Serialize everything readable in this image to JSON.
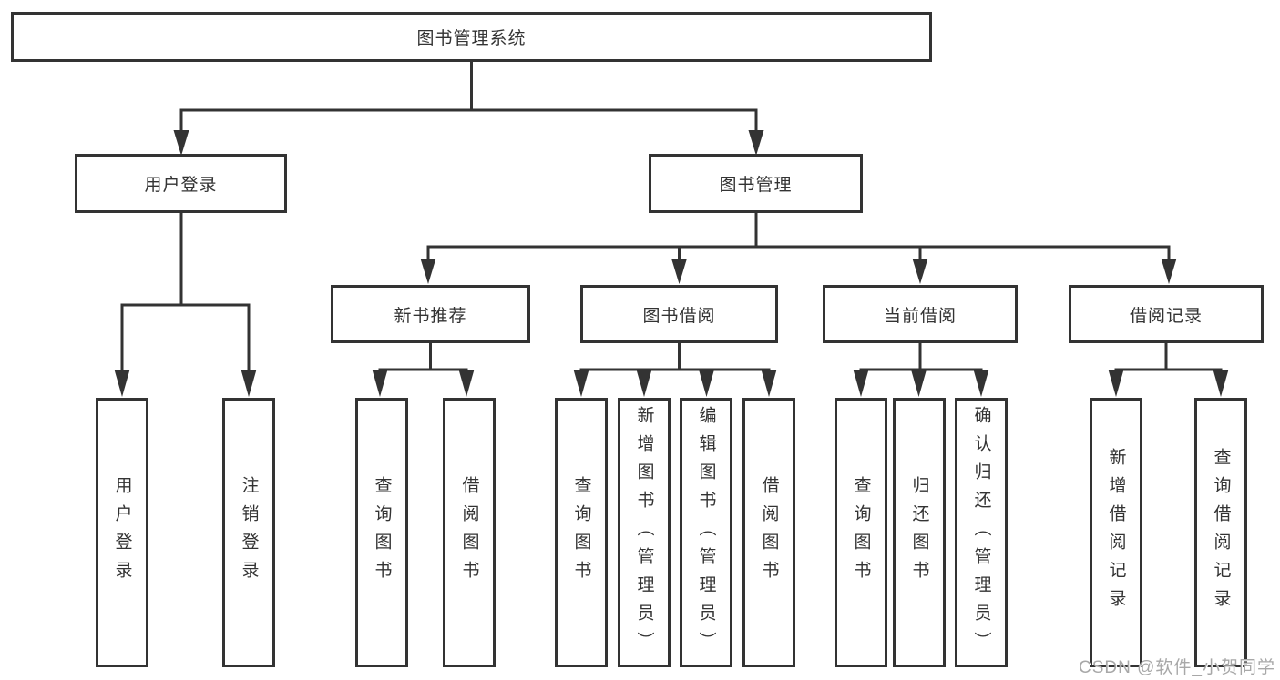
{
  "diagram": {
    "root": {
      "label": "图书管理系统"
    },
    "branches": [
      {
        "label": "用户登录",
        "children": [
          {
            "label": "用户登录"
          },
          {
            "label": "注销登录"
          }
        ]
      },
      {
        "label": "图书管理",
        "children": [
          {
            "label": "新书推荐",
            "children": [
              {
                "label": "查询图书"
              },
              {
                "label": "借阅图书"
              }
            ]
          },
          {
            "label": "图书借阅",
            "children": [
              {
                "label": "查询图书"
              },
              {
                "label": "新增图书（管理员）"
              },
              {
                "label": "编辑图书（管理员）"
              },
              {
                "label": "借阅图书"
              }
            ]
          },
          {
            "label": "当前借阅",
            "children": [
              {
                "label": "查询图书"
              },
              {
                "label": "归还图书"
              },
              {
                "label": "确认归还（管理员）"
              }
            ]
          },
          {
            "label": "借阅记录",
            "children": [
              {
                "label": "新增借阅记录"
              },
              {
                "label": "查询借阅记录"
              }
            ]
          }
        ]
      }
    ],
    "colors": {
      "line": "#333333",
      "box_border": "#333333",
      "box_background": "#ffffff",
      "text": "#333333",
      "watermark_text": "#a8a8a8"
    }
  },
  "watermark": {
    "text": "CSDN @软件_小贺同学"
  }
}
